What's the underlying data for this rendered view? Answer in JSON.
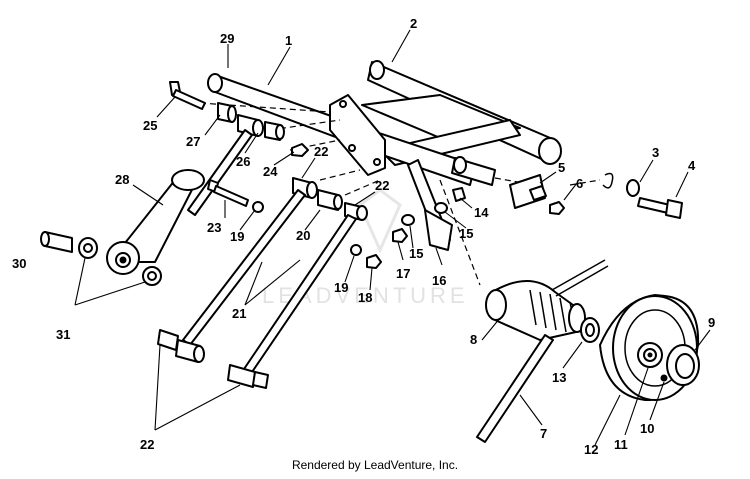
{
  "watermark": {
    "text": "LEADVENTURE"
  },
  "callouts": {
    "c1": "1",
    "c2": "2",
    "c3": "3",
    "c4": "4",
    "c5": "5",
    "c6": "6",
    "c7": "7",
    "c8": "8",
    "c9": "9",
    "c10": "10",
    "c11": "11",
    "c12": "12",
    "c13": "13",
    "c14": "14",
    "c15a": "15",
    "c15b": "15",
    "c16": "16",
    "c17": "17",
    "c18": "18",
    "c19a": "19",
    "c19b": "19",
    "c20": "20",
    "c21": "21",
    "c22a": "22",
    "c22b": "22",
    "c22c": "22",
    "c23": "23",
    "c24": "24",
    "c25": "25",
    "c26": "26",
    "c27": "27",
    "c28": "28",
    "c29": "29",
    "c30": "30",
    "c31": "31"
  },
  "footer": "Rendered by LeadVenture, Inc."
}
